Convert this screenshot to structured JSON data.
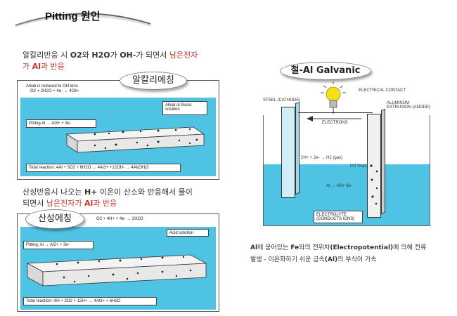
{
  "header": {
    "title": "Pitting 원인"
  },
  "alkali": {
    "desc_pre": "알칼리반응 시 ",
    "o2": "O2",
    "wa": "와 ",
    "h2o": "H2O",
    "ga": "가 ",
    "oh": "OH-",
    "desc_post": "가 되면서 ",
    "red1": "남은전자",
    "red2": "가 ",
    "al": "Al",
    "red3": "과 반응",
    "bubble": "알칼리에칭",
    "panel_label": "Alkali is reduced to OH  ions",
    "eq_top": "O2 + 2H2O + 4e-  →  4OH-",
    "solution": "Alkali or Basic solution",
    "pitting": "Pitting  Al  →  Al3+ + 3e-",
    "total": "Total reaction: 4Al + 3O2 + 6H2O → 4Al3+ +12OH- → 4Al(OH)3"
  },
  "acid": {
    "line1_pre": "산성반응시 나오는 ",
    "hplus": "H+",
    "line1_post": " 이온이 산소와 반응해서 물이",
    "line2_pre": "되면서 ",
    "red1": "남은전자가 ",
    "al": "Al",
    "red2": "과 반응",
    "bubble": "산성에칭",
    "eq_top": "O2 + 4H+ + 4e-  →  2H2O",
    "solution": "Acid solution",
    "pitting": "Pitting:  Al  →  Al3+ + 3e-",
    "total": "Total reaction: 4Al + 3O2 + 12H+ → 4Al3+ + 6H2O"
  },
  "galvanic": {
    "title": "철-Al Galvanic",
    "steel": "STEEL (CATHODE)",
    "contact": "ELECTRICAL CONTACT",
    "extrusion": "ALUMINUM EXTRUSION (ANODE)",
    "electrons": "ELECTRONS",
    "h_eq": "2H+ + 2e- → H2 (gas)",
    "pitting": "PITTING",
    "al_eq": "Al → Al3+ 3e-",
    "electrolyte": "ELECTROLYTE (CONDUCTS IONS)",
    "desc1_al": "Al",
    "desc1_a": "에 묻어있는 ",
    "desc1_fe": "Fe",
    "desc1_b": "와의 전위차",
    "desc1_ep": "(Electropotential)",
    "desc1_c": "에 의해 전류",
    "desc2_a": "발생 - 이온화하기 쉬운 금속",
    "desc2_al": "(Al)",
    "desc2_b": "의 부식이 가속"
  },
  "colors": {
    "water": "#4ec3e4",
    "red": "#c0392b",
    "bulb": "#f5e11a"
  }
}
